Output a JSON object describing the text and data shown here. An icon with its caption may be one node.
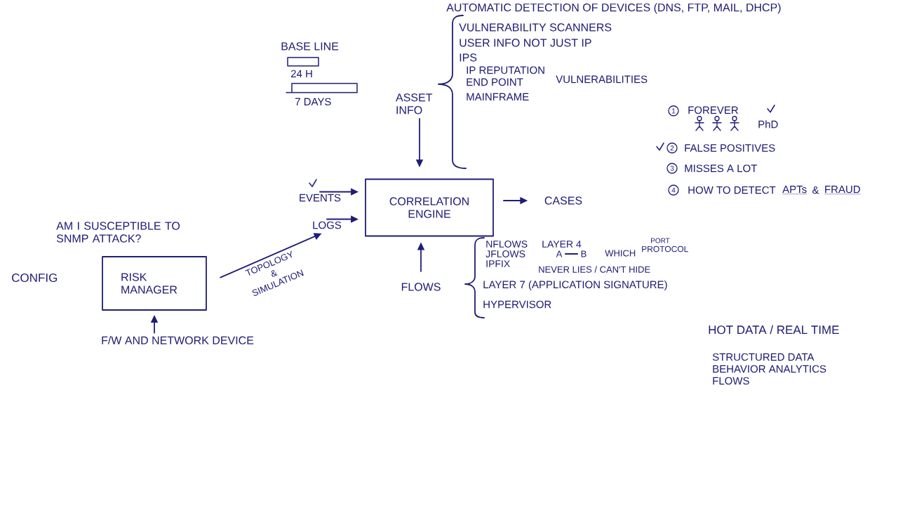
{
  "diagram": {
    "nodes": [
      {
        "text": [
          "ASSET INFO"
        ]
      },
      {
        "text": [
          "EVENTS"
        ]
      },
      {
        "text": [
          "LOGS"
        ]
      },
      {
        "text": [
          "CORRELATION ENGINE"
        ]
      },
      {
        "text": [
          "CASES"
        ]
      },
      {
        "text": [
          "A"
        ]
      },
      {
        "text": [
          "B"
        ]
      },
      {
        "text": [
          "RISK MANAGER"
        ]
      },
      {
        "text": [
          "FLOWS"
        ]
      },
      {
        "text": [
          "F/W AND NETWORK DEVICE"
        ]
      }
    ],
    "edges": [
      {
        "from": 0,
        "to": 3,
        "arrow": "to"
      },
      {
        "from": 1,
        "to": 3,
        "arrow": "to"
      },
      {
        "from": 2,
        "to": 3,
        "arrow": "to"
      },
      {
        "from": 3,
        "to": 4,
        "arrow": "to"
      },
      {
        "from": 5,
        "to": 6,
        "arrow": "none"
      },
      {
        "from": 7,
        "to": 2,
        "arrow": "to",
        "label": "TOPOLOGY & SIMULATION"
      },
      {
        "from": 8,
        "to": 3,
        "arrow": "to"
      },
      {
        "from": 9,
        "to": 7,
        "arrow": "to"
      }
    ],
    "labels": [
      "AUTOMATIC DETECTION OF DEVICES (DNS, FTP, MAIL, DHCP)",
      "VULNERABILITY SCANNERS",
      "BASE LINE",
      "USER INFO NOT JUST IP",
      "IPS",
      "24 H",
      "IP REPUTATION",
      "END POINT",
      "VULNERABILITIES",
      "7 DAYS",
      "MAINFRAME",
      "1",
      "FOREVER",
      "PhD",
      "2",
      "FALSE POSITIVES",
      "3",
      "MISSES A LOT",
      "4",
      "HOW TO DETECT",
      "APTs",
      "&",
      "FRAUD",
      "AM I SUSCEPTIBLE TO SNMP ATTACK?",
      "NFLOWS",
      "LAYER 4",
      "PORT",
      "JFLOWS",
      "WHICH",
      "PROTOCOL",
      "IPFIX",
      "NEVER LIES / CAN'T HIDE",
      "CONFIG",
      "LAYER 7 (APPLICATION SIGNATURE)",
      "HYPERVISOR",
      "HOT DATA / REAL TIME",
      "STRUCTURED DATA",
      "BEHAVIOR ANALYTICS",
      "FLOWS"
    ]
  }
}
